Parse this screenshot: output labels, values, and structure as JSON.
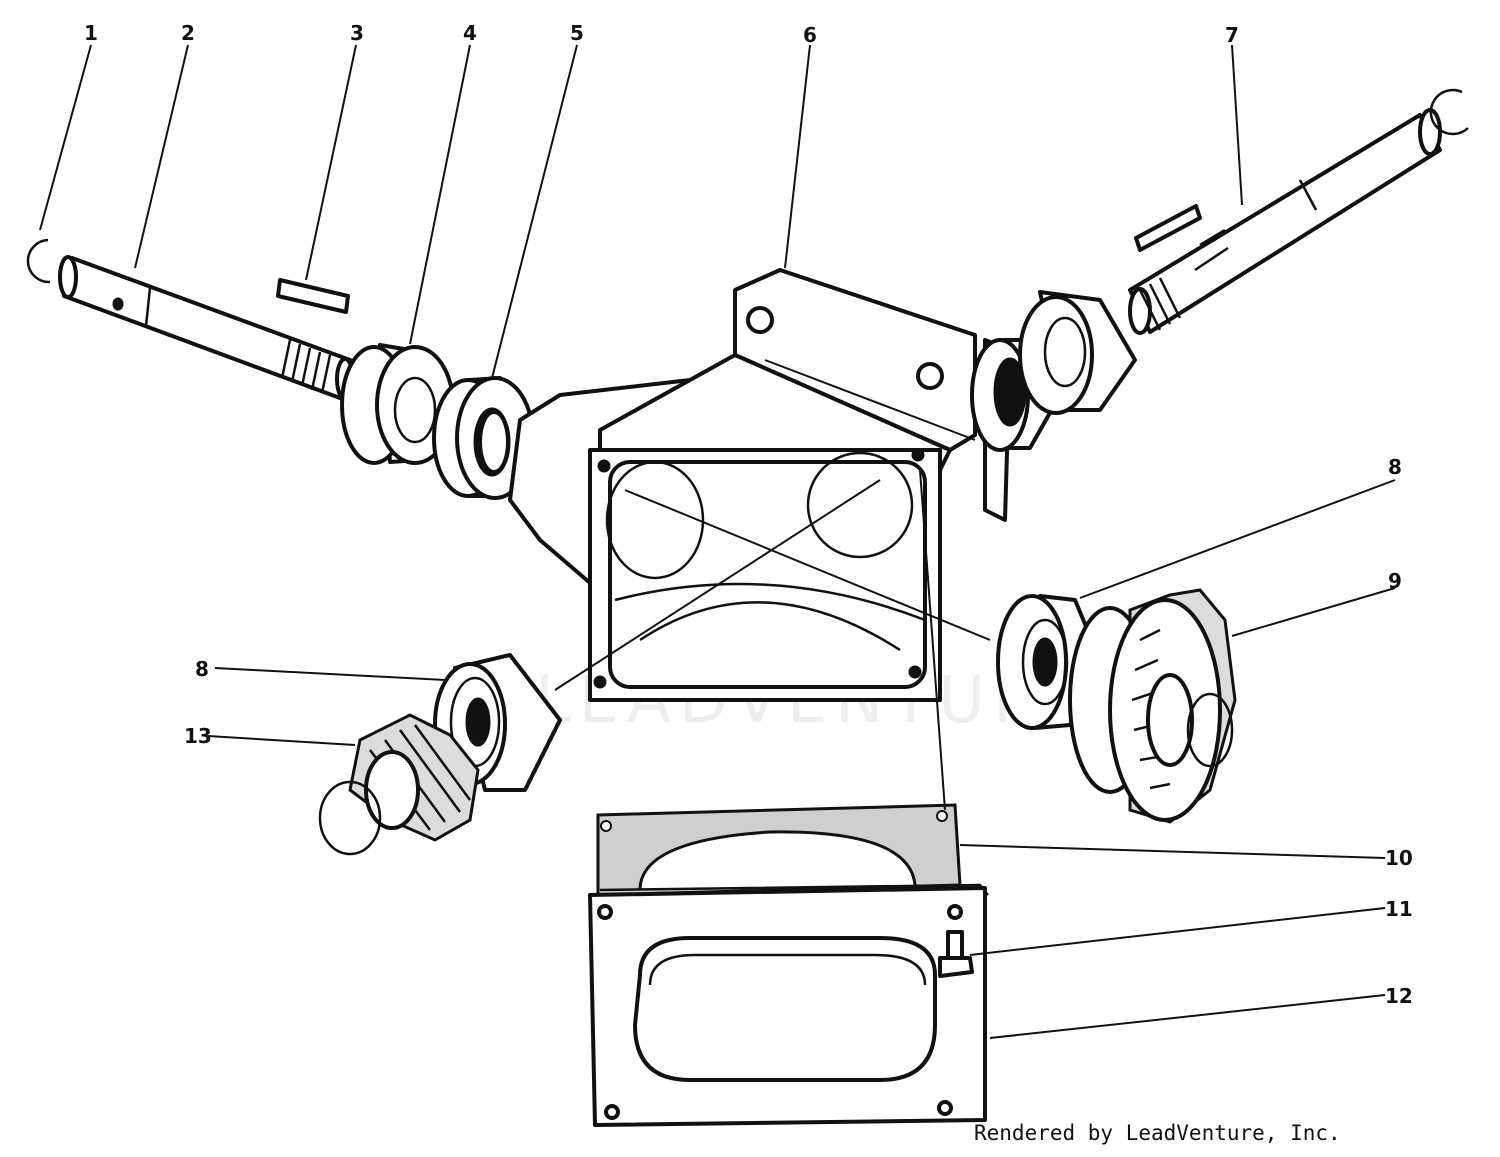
{
  "diagram": {
    "callouts": [
      {
        "id": 1,
        "label": "1"
      },
      {
        "id": 2,
        "label": "2"
      },
      {
        "id": 3,
        "label": "3"
      },
      {
        "id": 4,
        "label": "4"
      },
      {
        "id": 5,
        "label": "5"
      },
      {
        "id": 6,
        "label": "6"
      },
      {
        "id": 7,
        "label": "7"
      },
      {
        "id": 8,
        "label": "8"
      },
      {
        "id": 9,
        "label": "9"
      },
      {
        "id": 10,
        "label": "10"
      },
      {
        "id": 11,
        "label": "11"
      },
      {
        "id": 12,
        "label": "12"
      },
      {
        "id": 13,
        "label": "13"
      }
    ],
    "watermark": "LEADVENTURE",
    "credit": "Rendered by LeadVenture, Inc."
  }
}
